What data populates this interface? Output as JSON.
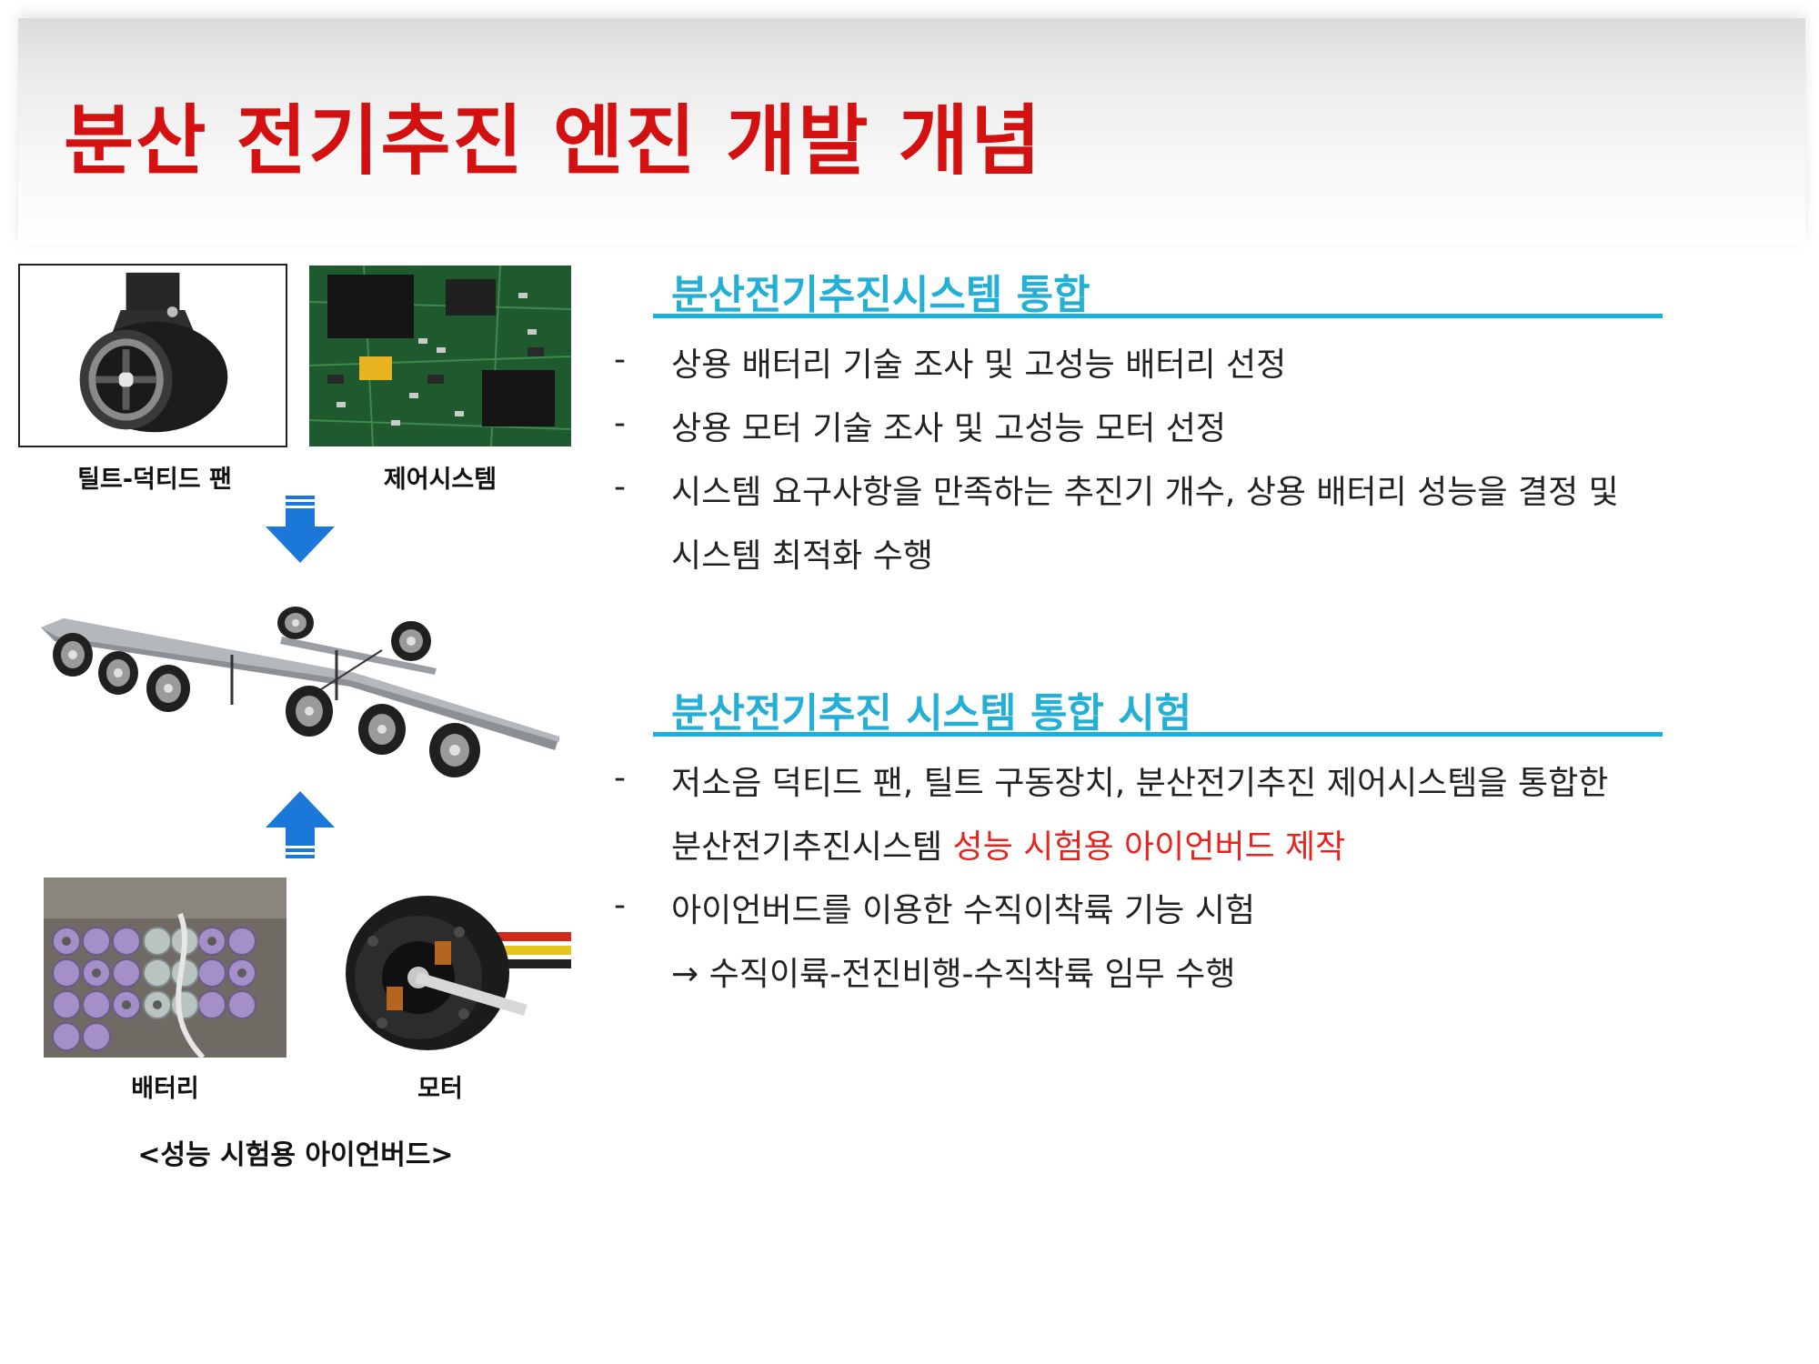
{
  "title": "분산 전기추진 엔진 개발 개념",
  "captions": {
    "fan": "틸트-덕티드 팬",
    "control": "제어시스템",
    "battery": "배터리",
    "motor": "모터",
    "ironbird": "<성능 시험용 아이언버드>"
  },
  "sections": [
    {
      "heading": "분산전기추진시스템 통합",
      "bullets": [
        "상용 배터리 기술 조사 및 고성능 배터리 선정",
        "상용 모터 기술 조사 및 고성능 모터 선정",
        "시스템 요구사항을 만족하는 추진기 개수, 상용 배터리 성능을 결정 및"
      ],
      "continuation": "시스템 최적화 수행"
    },
    {
      "heading": "분산전기추진 시스템 통합 시험",
      "bullet1": "저소음 덕티드 팬, 틸트 구동장치, 분산전기추진 제어시스템을 통합한",
      "bullet1_cont_prefix": "분산전기추진시스템 ",
      "bullet1_cont_highlight": "성능 시험용 아이언버드 제작",
      "bullet2": "아이언버드를 이용한 수직이착륙 기능 시험",
      "bullet2_cont": "→ 수직이륙-전진비행-수직착륙 임무 수행"
    }
  ],
  "colors": {
    "title": "#d41111",
    "heading": "#24afd6",
    "rule": "#1ab0de",
    "highlight": "#e8231d",
    "arrow": "#1c78d8"
  }
}
